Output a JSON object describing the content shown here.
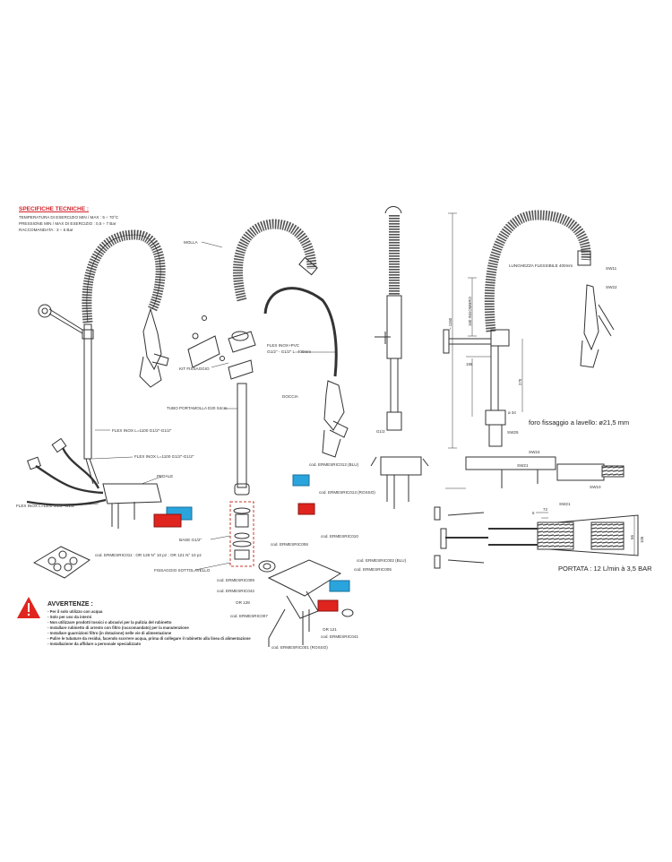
{
  "specs": {
    "title": "SPECIFICHE TECNICHE :",
    "lines": [
      "TEMPERATURA DI ESERCIZIO MIN / MAX : 5 ÷ 70°C",
      "PRESSIONE MIN / MAX DI ESERCIZIO : 0,5 ÷ 7 Bar",
      "RACCOMANDATA : 3 ÷ 5 Bar"
    ]
  },
  "warnings": {
    "title": "AVVERTENZE :",
    "lines": [
      "- Per il solo utilizzo con acqua",
      "- Solo per uso da interni",
      "- Non utilizzare prodotti tossici o abrasivi per la pulizia del rubinetto",
      "- Installare rubinetto di arresto con filtro (raccomandato) per la manutenzione",
      "- Installare guarnizioni filtro (in dotazione) nelle vie di alimentazione",
      "- Pulire le tubature da residui, facendo scorrere acqua, prima di collegare il rubinetto alla linea di alimentazione",
      "- Installazione da affidare a personale specializzato"
    ]
  },
  "left_labels": {
    "flex1": "FLEX INOX L=1100 G1/2\"-G1/2\"",
    "flex2": "FLEX INOX L=1100 G1/2\"-G1/2\"",
    "flex3": "FLEX INOX L=1100 G1/2\"-G1/2\"",
    "pedale": "PEDALE",
    "gaskets": "cod. ERMESRIC011 : OR 128 N° 10 pz ; OR 121 N° 10 pz"
  },
  "middle_labels": {
    "molla": "MOLLA",
    "kit": "KIT FISSAGGIO",
    "tubo": "TUBO PORTAMOLLA D20 S4cm",
    "flex_pvc": "FLEX INOX+PVC",
    "flex_pvc2": "G1/2\" - G1/2\" L=400mm",
    "doccia": "DOCCIA",
    "base": "BASE G1/2\"",
    "fissaggio": "FISSAGGIO SOTTOLAVELLO",
    "c012": "cod. ERMESRIC012 (BLU)",
    "c013": "cod. ERMESRIC013 (ROSSO)",
    "c006": "cod. ERMESRIC006",
    "c010": "cod. ERMESRIC010",
    "c002": "cod. ERMESRIC002 (BLU)",
    "c005": "cod. ERMESRIC005",
    "c009": "cod. ERMESRIC009",
    "c042": "cod. ERMESRIC042",
    "or128": "OR 128",
    "c007": "cod. ERMESRIC007",
    "or121": "OR 121",
    "c041": "cod. ERMESRIC041",
    "c001": "cod. ERMESRIC001 (ROSSO)"
  },
  "right_labels": {
    "lunghezza": "LUNGHEZZA FLESSIBILE 400mm",
    "sw11": "SW11",
    "sw22": "SW22",
    "d1150": "~ 1150",
    "d160": "160 INGOMBRO",
    "d195": "195",
    "d270": "270",
    "foro": "foro fissaggio a lavello: ø21,5 mm",
    "d34": "ø 34",
    "g12": "G1/2",
    "sw25": "SW25",
    "sw24": "SW24",
    "sw21a": "SW21",
    "sw10": "SW10",
    "sw21b": "SW21",
    "d72": "72",
    "d6": "6",
    "d55": "55",
    "d105": "105",
    "portata": "PORTATA : 12 L/min à 3,5 BAR"
  },
  "colors": {
    "blue": "#2aa4dc",
    "red": "#e0241e",
    "accent": "#d2232a",
    "line": "#333333",
    "callout": "#c0392b"
  }
}
